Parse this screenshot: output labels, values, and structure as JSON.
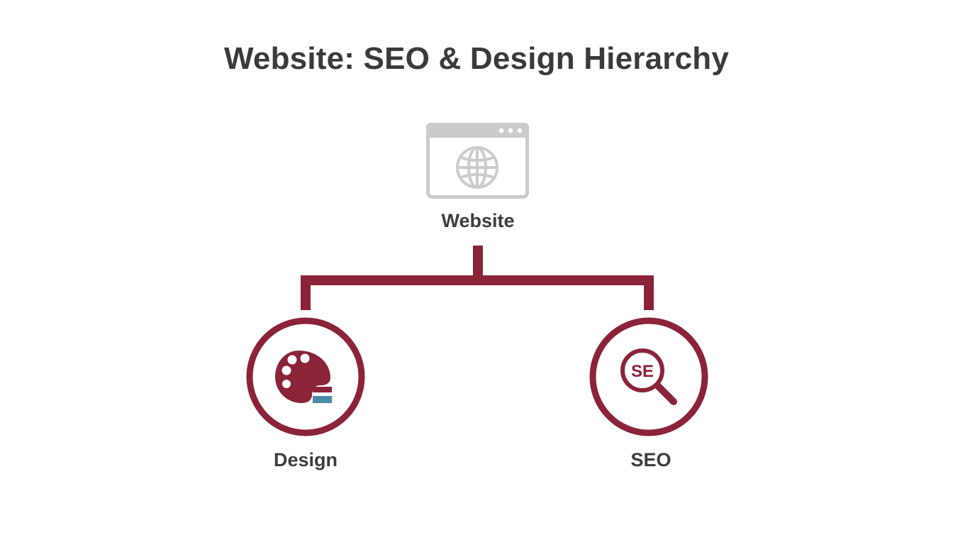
{
  "diagram": {
    "title": "Website: SEO & Design Hierarchy",
    "root": {
      "label": "Website",
      "icon": "browser-globe-icon"
    },
    "children": [
      {
        "label": "Design",
        "icon": "paint-palette-icon"
      },
      {
        "label": "SEO",
        "icon": "seo-magnifier-icon",
        "icon_text": "SE"
      }
    ],
    "colors": {
      "accent": "#8b2339",
      "icon_gray": "#cbcbcb",
      "text": "#3a3a3a",
      "palette_swatch": "#4d8aa6"
    }
  }
}
